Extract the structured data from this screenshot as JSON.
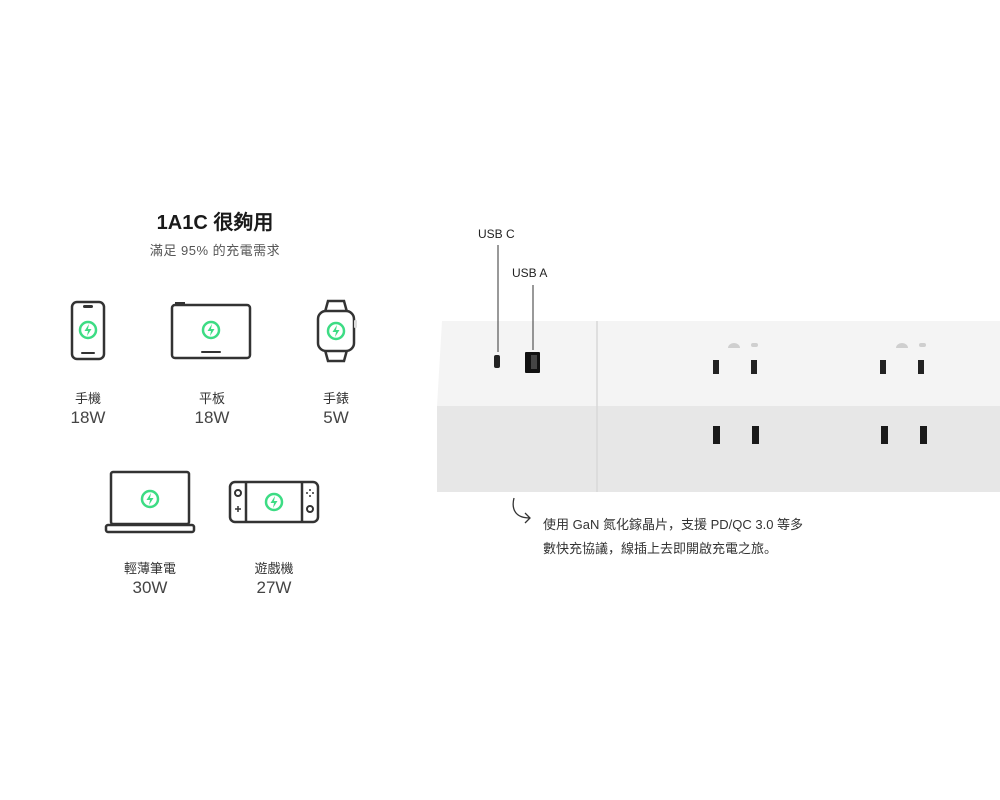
{
  "heading": {
    "title": "1A1C 很夠用",
    "subtitle": "滿足 95% 的充電需求"
  },
  "devices": [
    {
      "name": "手機",
      "watt": "18W",
      "icon": "phone-charging-icon"
    },
    {
      "name": "平板",
      "watt": "18W",
      "icon": "tablet-charging-icon"
    },
    {
      "name": "手錶",
      "watt": "5W",
      "icon": "watch-charging-icon"
    },
    {
      "name": "輕薄筆電",
      "watt": "30W",
      "icon": "laptop-charging-icon"
    },
    {
      "name": "遊戲機",
      "watt": "27W",
      "icon": "game-console-charging-icon"
    }
  ],
  "ports": {
    "usb_c": "USB C",
    "usb_a": "USB A"
  },
  "description": "使用 GaN 氮化鎵晶片，支援 PD/QC 3.0 等多數快充協議，線插上去即開啟充電之旅。",
  "colors": {
    "charge_green": "#3ddc84",
    "outline": "#333333",
    "strip_top": "#f4f4f4",
    "strip_front": "#e8e8e8"
  }
}
